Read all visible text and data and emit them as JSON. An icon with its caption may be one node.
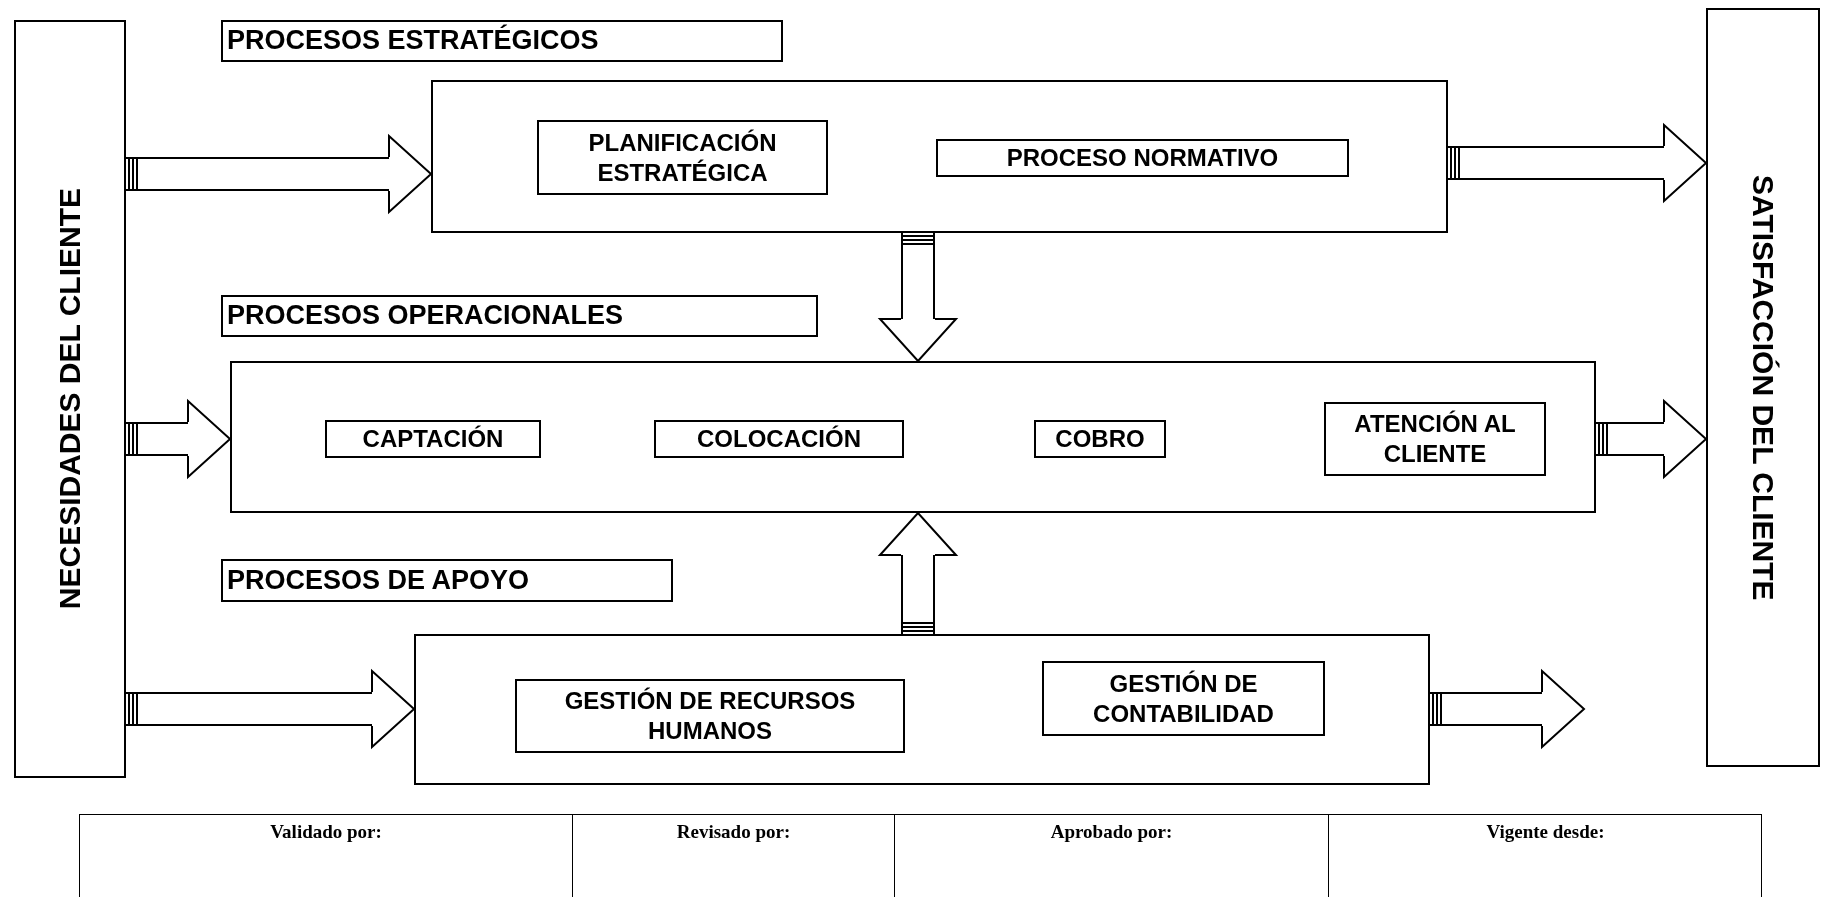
{
  "diagram": {
    "nodes": [
      {
        "text": [
          "NECESIDADES DEL CLIENTE"
        ]
      },
      {
        "text": [
          "SATISFACCIÓN DEL CLIENTE"
        ]
      },
      {
        "text": [
          "PROCESOS ESTRATÉGICOS"
        ]
      },
      {
        "text": [],
        "shape": "box"
      },
      {
        "text": [
          "PLANIFICACIÓN ESTRATÉGICA"
        ],
        "in": 3
      },
      {
        "text": [
          "PROCESO NORMATIVO"
        ],
        "in": 3
      },
      {
        "text": [
          "PROCESOS OPERACIONALES"
        ]
      },
      {
        "text": [],
        "shape": "box"
      },
      {
        "text": [
          "CAPTACIÓN"
        ],
        "in": 7
      },
      {
        "text": [
          "COLOCACIÓN"
        ],
        "in": 7
      },
      {
        "text": [
          "COBRO"
        ],
        "in": 7
      },
      {
        "text": [
          "ATENCIÓN AL CLIENTE"
        ],
        "in": 7
      },
      {
        "text": [
          "PROCESOS DE APOYO"
        ]
      },
      {
        "text": [],
        "shape": "box"
      },
      {
        "text": [
          "GESTIÓN DE RECURSOS HUMANOS"
        ],
        "in": 13
      },
      {
        "text": [
          "GESTIÓN DE CONTABILIDAD"
        ],
        "in": 13
      }
    ],
    "edges": [
      {
        "from": 0,
        "to": 3,
        "arrow": "to"
      },
      {
        "from": 0,
        "to": 7,
        "arrow": "to"
      },
      {
        "from": 0,
        "to": 13,
        "arrow": "to"
      },
      {
        "from": 3,
        "to": 1,
        "arrow": "to"
      },
      {
        "from": 7,
        "to": 1,
        "arrow": "to"
      },
      {
        "from": 13,
        "to": null,
        "arrow": "to"
      },
      {
        "from": 3,
        "to": 7,
        "arrow": "to"
      },
      {
        "from": 13,
        "to": 7,
        "arrow": "to"
      }
    ],
    "labels": [
      "Validado por:",
      "Revisado por:",
      "Aprobado por:",
      "Vigente desde:"
    ]
  }
}
